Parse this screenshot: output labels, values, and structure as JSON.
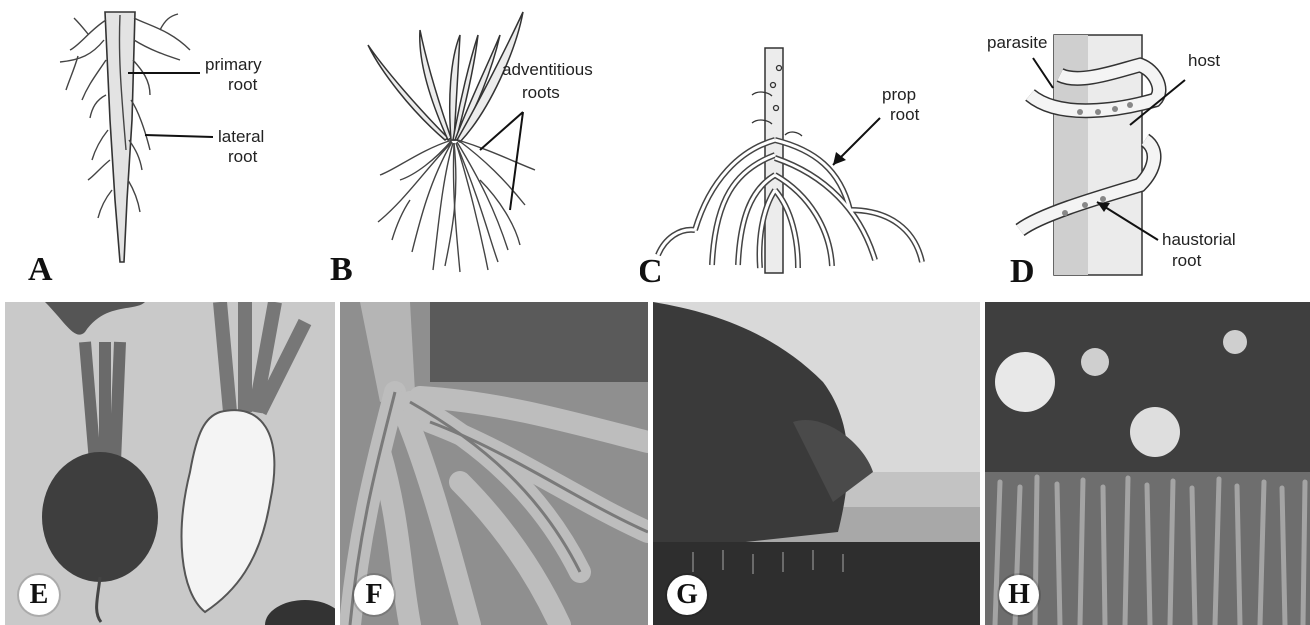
{
  "panels": {
    "a": {
      "letter": "A",
      "primary_root": [
        "primary",
        "root"
      ],
      "lateral_root": [
        "lateral",
        "root"
      ]
    },
    "b": {
      "letter": "B",
      "adventitious_roots": [
        "adventitious",
        "roots"
      ]
    },
    "c": {
      "letter": "C",
      "prop_root": [
        "prop",
        "root"
      ]
    },
    "d": {
      "letter": "D",
      "parasite": "parasite",
      "host": "host",
      "haustorial_root": [
        "haustorial",
        "root"
      ]
    },
    "e": {
      "letter": "E"
    },
    "f": {
      "letter": "F"
    },
    "g": {
      "letter": "G"
    },
    "h": {
      "letter": "H"
    }
  }
}
